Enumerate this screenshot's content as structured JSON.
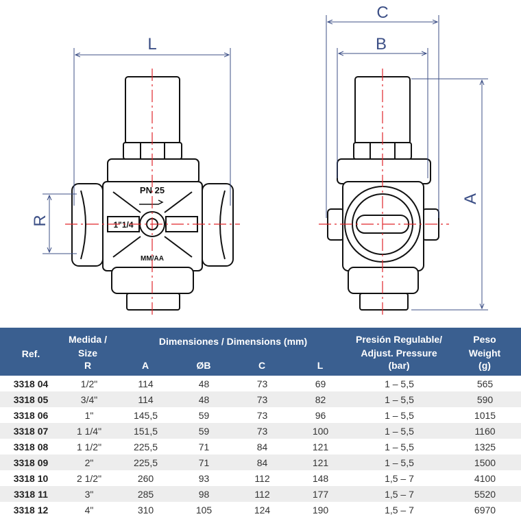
{
  "drawing": {
    "dimension_labels": {
      "L": "L",
      "C": "C",
      "B": "B",
      "A": "A",
      "R": "R"
    },
    "valve_markings": {
      "pressure": "PN 25",
      "size": "1\"1/4",
      "date": "MM/AA"
    },
    "colors": {
      "dimension": "#3c4f86",
      "centerline": "#e0262b",
      "outline": "#111111"
    }
  },
  "table": {
    "header": {
      "ref": "Ref.",
      "size": [
        "Medida /",
        "Size",
        "R"
      ],
      "dimensions": "Dimensiones / Dimensions (mm)",
      "dim_cols": [
        "A",
        "ØB",
        "C",
        "L"
      ],
      "pressure": [
        "Presión Regulable/",
        "Adjust. Pressure",
        "(bar)"
      ],
      "weight": [
        "Peso",
        "Weight",
        "(g)"
      ]
    },
    "rows": [
      [
        "3318 04",
        "1/2\"",
        "114",
        "48",
        "73",
        "69",
        "1 – 5,5",
        "565"
      ],
      [
        "3318 05",
        "3/4\"",
        "114",
        "48",
        "73",
        "82",
        "1 – 5,5",
        "590"
      ],
      [
        "3318 06",
        "1\"",
        "145,5",
        "59",
        "73",
        "96",
        "1 – 5,5",
        "1015"
      ],
      [
        "3318 07",
        "1 1/4\"",
        "151,5",
        "59",
        "73",
        "100",
        "1 – 5,5",
        "1160"
      ],
      [
        "3318 08",
        "1 1/2\"",
        "225,5",
        "71",
        "84",
        "121",
        "1 – 5,5",
        "1325"
      ],
      [
        "3318 09",
        "2\"",
        "225,5",
        "71",
        "84",
        "121",
        "1 – 5,5",
        "1500"
      ],
      [
        "3318 10",
        "2 1/2\"",
        "260",
        "93",
        "112",
        "148",
        "1,5 – 7",
        "4100"
      ],
      [
        "3318 11",
        "3\"",
        "285",
        "98",
        "112",
        "177",
        "1,5 – 7",
        "5520"
      ],
      [
        "3318 12",
        "4\"",
        "310",
        "105",
        "124",
        "190",
        "1,5 – 7",
        "6970"
      ]
    ],
    "colors": {
      "header_bg": "#3a5f90",
      "stripe": "#ededed"
    }
  }
}
